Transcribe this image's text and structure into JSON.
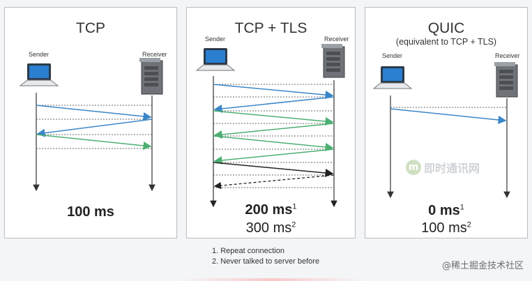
{
  "panels": [
    {
      "title": "TCP",
      "subtitle": "",
      "sender": "Sender",
      "receiver": "Receiver",
      "result_primary": "100 ms",
      "result_primary_sup": "",
      "result_secondary": "",
      "result_secondary_sup": ""
    },
    {
      "title": "TCP + TLS",
      "subtitle": "",
      "sender": "Sender",
      "receiver": "Receiver",
      "result_primary": "200 ms",
      "result_primary_sup": "1",
      "result_secondary": "300 ms",
      "result_secondary_sup": "2"
    },
    {
      "title": "QUIC",
      "subtitle": "(equivalent to TCP + TLS)",
      "sender": "Sender",
      "receiver": "Receiver",
      "result_primary": "0 ms",
      "result_primary_sup": "1",
      "result_secondary": "100 ms",
      "result_secondary_sup": "2"
    }
  ],
  "footnotes": [
    "1. Repeat connection",
    "2. Never talked to server before"
  ],
  "watermarks": {
    "center_glyph": "m",
    "center_text": "即时通讯网",
    "bottom_right": "@稀土掘金技术社区"
  },
  "colors": {
    "blue_arrow": "#3b86c8",
    "green_arrow": "#4caf72",
    "black_arrow": "#222222",
    "dotted_line": "#555555",
    "panel_border": "#b9bcc2"
  },
  "icons": {
    "sender": "laptop-icon",
    "receiver": "server-icon"
  }
}
